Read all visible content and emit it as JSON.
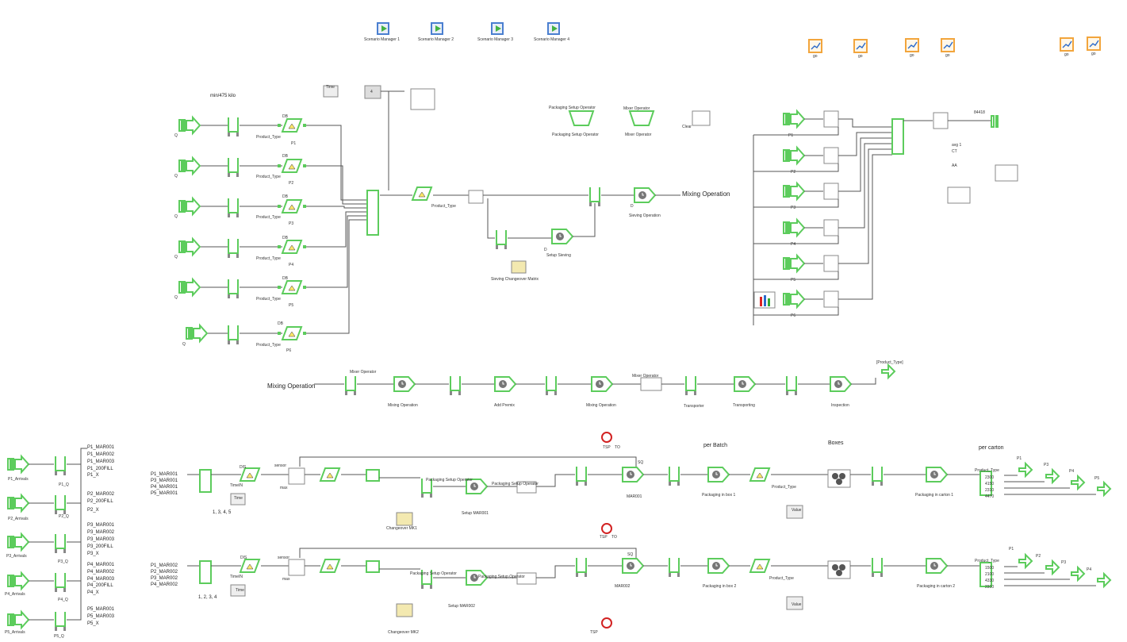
{
  "colors": {
    "block": "#5ccc5c",
    "line": "#555555",
    "plot": "#f2a53c",
    "scenario": "#4a7fd0",
    "stop": "#d22222"
  },
  "scenario_managers": [
    "Scenario Manager 1",
    "Scenario Manager 2",
    "Scenario Manager 3",
    "Scenario Manager 4"
  ],
  "plot_go_labels": [
    "go",
    "go",
    "go",
    "go",
    "go",
    "go"
  ],
  "top": {
    "unit_label": "min/475 kilo",
    "time_label": "Time",
    "display_value": "4",
    "q_label": "Q",
    "product_type": "Product_Type",
    "db_label": "DB",
    "products": [
      "P1",
      "P2",
      "P3",
      "P4",
      "P5",
      "P6"
    ],
    "mixer_product_type": "Product_Type",
    "sieving_operation": "Sieving Operation",
    "setup_sieving": "Setup Sieving",
    "sieving_matrix": "Sieving Changeover Matrix",
    "mixing_operation_out": "Mixing Operation",
    "packaging_setup_operator": "Packaging Setup Operator",
    "packaging_setup_operator2": "Packaging Setup Operator",
    "mixer_operator": "Mixer Operator",
    "mixer_operator2": "Mixer Operator",
    "clear_label": "Clear",
    "d_label": "D"
  },
  "right": {
    "counter_value": "84418",
    "avg_label": "avg 1",
    "ct_label": "CT",
    "aa_label": "AA",
    "products": [
      "P1",
      "P2",
      "P3",
      "P4",
      "P5",
      "P6"
    ]
  },
  "mid_chain": {
    "input_label": "Mixing Operation",
    "mixer_operator": "Mixer Operator",
    "mixer_operator2": "Mixer Operator",
    "steps": [
      "Mixing Operation",
      "Add Premix",
      "Mixing Operation",
      "Transporter",
      "Transporting",
      "Inspection"
    ],
    "output_label": "[Product_Type]"
  },
  "left_arrivals": [
    {
      "name": "P1_Arrivals",
      "queue": "P1_Q",
      "outs": [
        "P1_MAR001",
        "P1_MAR002",
        "P1_MAR003",
        "P1_200FILL",
        "P1_X"
      ]
    },
    {
      "name": "P2_Arrivals",
      "queue": "P2_Q",
      "outs": [
        "P2_MAR002",
        "P2_200FILL",
        "P2_X"
      ]
    },
    {
      "name": "P3_Arrivals",
      "queue": "P3_Q",
      "outs": [
        "P3_MAR001",
        "P3_MAR002",
        "P3_MAR003",
        "P3_200FILL",
        "P3_X"
      ]
    },
    {
      "name": "P4_Arrivals",
      "queue": "P4_Q",
      "outs": [
        "P4_MAR001",
        "P4_MAR002",
        "P4_MAR003",
        "P4_200FILL",
        "P4_X"
      ]
    },
    {
      "name": "P5_Arrivals",
      "queue": "P5_Q",
      "outs": [
        "P5_MAR001",
        "P5_MAR003",
        "P5_X"
      ]
    }
  ],
  "line1": {
    "inputs": [
      "P1_MAR001",
      "P3_MAR001",
      "P4_MAR001",
      "P5_MAR001"
    ],
    "timein": "TimeIN",
    "time": "Time",
    "seq": "1, 3, 4, 5",
    "sensor": "sensor",
    "max": "max",
    "dis": "DIS",
    "setup_op": "Packaging Setup Operator",
    "setup": "Setup MAR001",
    "changeover": "Changeover MK1",
    "machine": "MAR001",
    "per_batch": "per Batch",
    "pack_box": "Packaging in box 1",
    "product_type": "Product_Type",
    "value": "Value",
    "boxes": "Boxes",
    "pack_carton": "Packaging in carton 1",
    "per_carton": "per carton",
    "sel_label": "Product_Type",
    "sel_vals": [
      "2300",
      "4150",
      "2310",
      "4470"
    ],
    "tsp": "TSP",
    "to": "TO",
    "sq": "SQ",
    "outs": [
      "P1",
      "P3",
      "P4",
      "P5"
    ]
  },
  "line2": {
    "inputs": [
      "P1_MAR002",
      "P2_MAR002",
      "P3_MAR002",
      "P4_MAR002"
    ],
    "timein": "TimeIN",
    "time": "Time",
    "seq": "1, 2, 3, 4",
    "sensor": "sensor",
    "max": "max",
    "dis": "DIS",
    "setup_op": "Packaging Setup Operator",
    "setup_op2": "Packaging Setup Operator",
    "setup": "Setup MAR002",
    "changeover": "Changeover MK2",
    "machine": "MAR002",
    "pack_box": "Packaging in box 2",
    "product_type": "Product_Type",
    "value": "Value",
    "pack_carton": "Packaging in carton 2",
    "sel_label": "Product_Type",
    "sel_vals": [
      "1500",
      "2100",
      "4330",
      "2310"
    ],
    "tsp": "TSP",
    "to": "TO",
    "sq": "SQ",
    "outs": [
      "P1",
      "P2",
      "P3",
      "P4"
    ]
  }
}
